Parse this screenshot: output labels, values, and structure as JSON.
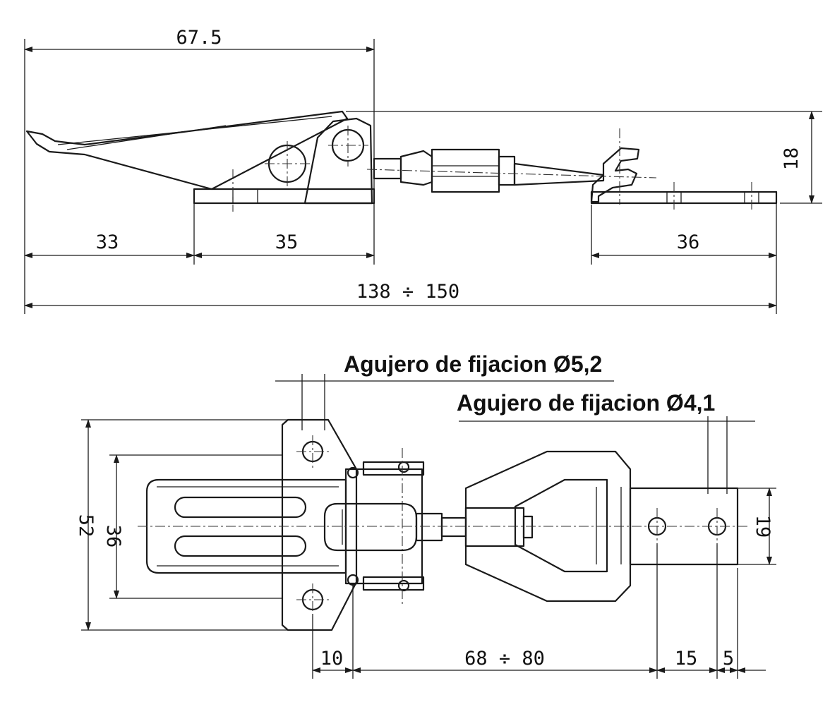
{
  "side_view": {
    "dims": {
      "overall_top": "67.5",
      "left_base": "33",
      "mid_base": "35",
      "right_plate": "36",
      "total": "138 ÷ 150",
      "height": "18"
    }
  },
  "top_view": {
    "labels": {
      "hole_large": "Agujero de fijacion Ø5,2",
      "hole_small": "Agujero de fijacion Ø4,1"
    },
    "dims": {
      "outer_height": "52",
      "inner_height": "36",
      "plate_height": "19",
      "offset": "10",
      "span": "68 ÷ 80",
      "hole_pitch": "15",
      "hole_edge": "5"
    }
  }
}
